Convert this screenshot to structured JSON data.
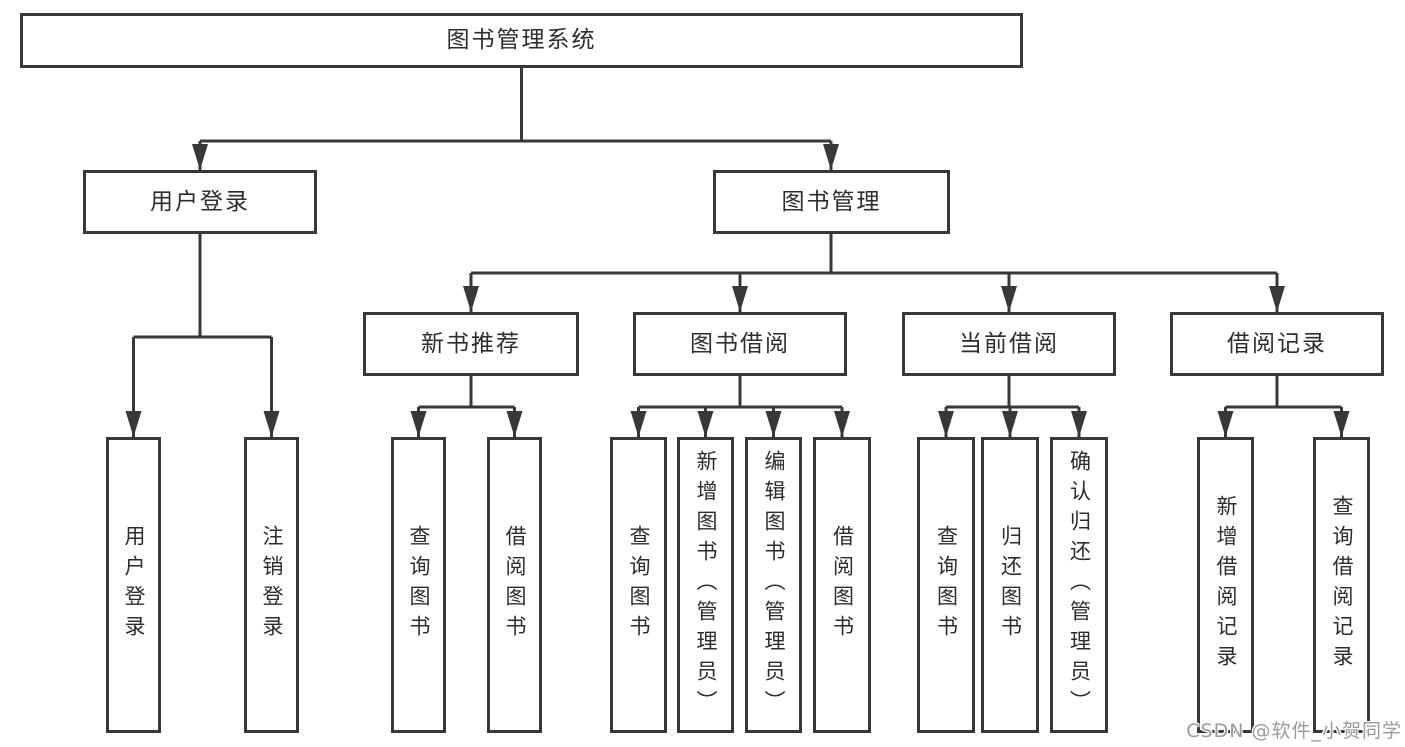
{
  "watermark": "CSDN @软件_小贺同学",
  "colors": {
    "line": "#383838",
    "text": "#2d2d2d",
    "background": "#ffffff",
    "watermark_gray": "#9b9b9b"
  },
  "tree": {
    "label": "图书管理系统",
    "children": [
      {
        "label": "用户登录",
        "children": [
          {
            "label": "用户登录"
          },
          {
            "label": "注销登录"
          }
        ]
      },
      {
        "label": "图书管理",
        "children": [
          {
            "label": "新书推荐",
            "children": [
              {
                "label": "查询图书"
              },
              {
                "label": "借阅图书"
              }
            ]
          },
          {
            "label": "图书借阅",
            "children": [
              {
                "label": "查询图书"
              },
              {
                "label": "新增图书（管理员）"
              },
              {
                "label": "编辑图书（管理员）"
              },
              {
                "label": "借阅图书"
              }
            ]
          },
          {
            "label": "当前借阅",
            "children": [
              {
                "label": "查询图书"
              },
              {
                "label": "归还图书"
              },
              {
                "label": "确认归还（管理员）"
              }
            ]
          },
          {
            "label": "借阅记录",
            "children": [
              {
                "label": "新增借阅记录"
              },
              {
                "label": "查询借阅记录"
              }
            ]
          }
        ]
      }
    ]
  }
}
